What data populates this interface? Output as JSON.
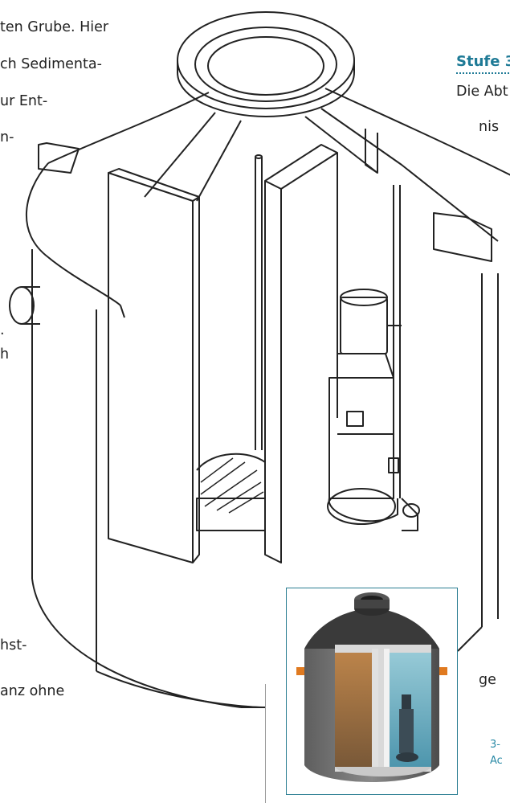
{
  "left_text": {
    "line1": "ten Grube. Hier",
    "line2": "ch Sedimenta-",
    "line3": "ur Ent-",
    "line4": "n-",
    "line5": ".",
    "line6": "h",
    "line7": "hst-",
    "line8": "anz ohne"
  },
  "right_text": {
    "heading": "Stufe 3",
    "line1": "Die Abt",
    "line2": "nis",
    "line3": "ge"
  },
  "caption": {
    "line1": "3-",
    "line2": "Ac"
  },
  "figure": {
    "main_illustration_icon": "three-chamber-tank-line-drawing-icon",
    "inset_icon": "three-chamber-tank-rendered-icon",
    "accent_color": "#1e7a96",
    "inset_border_color": "#2a7d92"
  }
}
